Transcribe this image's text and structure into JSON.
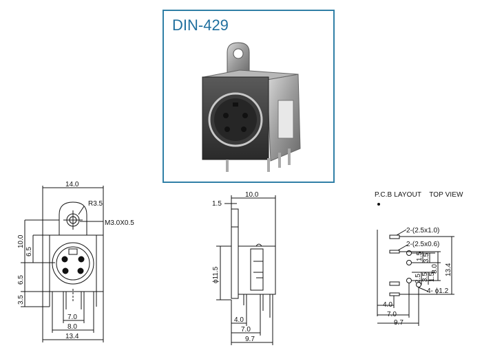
{
  "photo": {
    "model": "DIN-429",
    "border_color": "#2f7fa6",
    "title_color": "#1f6f9e"
  },
  "pcb": {
    "title": "P.C.B LAYOUT    TOP VIEW"
  },
  "front_view": {
    "dim_width_top": "14.0",
    "dim_radius": "R3.5",
    "dim_thread": "M3.0X0.5",
    "dim_height_10": "10.0",
    "dim_height_6_5_upper": "6.5",
    "dim_height_6_5_lower": "6.5",
    "dim_height_3_5": "3.5",
    "dim_pitch_7": "7.0",
    "dim_pitch_8": "8.0",
    "dim_width_bottom": "13.4"
  },
  "side_view": {
    "dim_depth_top": "10.0",
    "dim_flange": "1.5",
    "dim_diameter": "ϕ11.5",
    "dim_4": "4.0",
    "dim_7": "7.0",
    "dim_9_7": "9.7"
  },
  "pcb_view": {
    "slot_large": "2-(2.5x1.0)",
    "slot_small": "2-(2.5x0.6)",
    "dim_1_5": "1.5",
    "dim_3_5a": "3.5",
    "dim_8": "8.0",
    "dim_13_4": "13.4",
    "dim_2_5": "2.5",
    "dim_3_5b": "3.5",
    "dim_1_5b": "1.5",
    "holes": "4- ϕ1.2",
    "dim_4": "4.0",
    "dim_7": "7.0",
    "dim_9_7": "9.7"
  }
}
